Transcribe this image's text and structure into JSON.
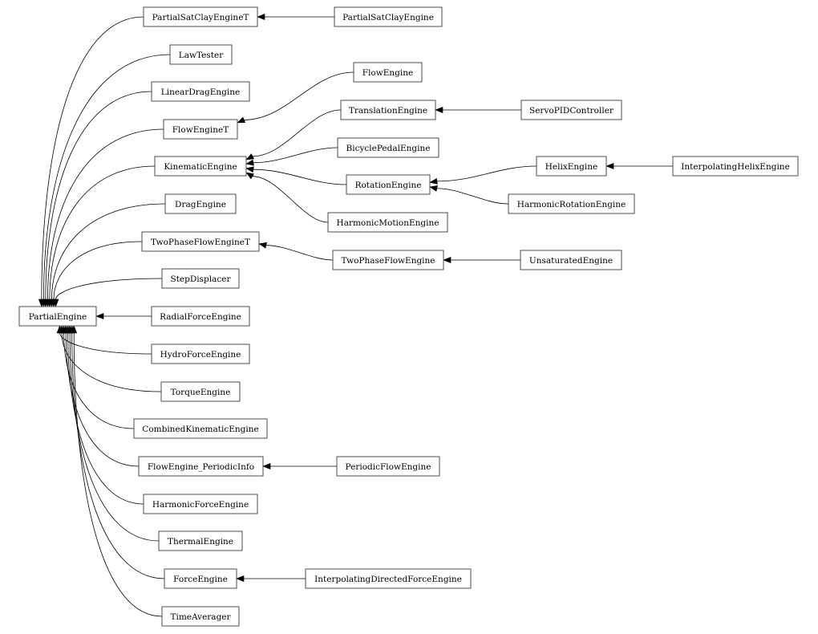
{
  "diagram": {
    "type": "inheritance-graph",
    "nodes": [
      {
        "id": "PartialEngine",
        "label": "PartialEngine"
      },
      {
        "id": "PartialSatClayEngineT",
        "label": "PartialSatClayEngineT"
      },
      {
        "id": "LawTester",
        "label": "LawTester"
      },
      {
        "id": "LinearDragEngine",
        "label": "LinearDragEngine"
      },
      {
        "id": "FlowEngineT",
        "label": "FlowEngineT"
      },
      {
        "id": "KinematicEngine",
        "label": "KinematicEngine"
      },
      {
        "id": "DragEngine",
        "label": "DragEngine"
      },
      {
        "id": "TwoPhaseFlowEngineT",
        "label": "TwoPhaseFlowEngineT"
      },
      {
        "id": "StepDisplacer",
        "label": "StepDisplacer"
      },
      {
        "id": "RadialForceEngine",
        "label": "RadialForceEngine"
      },
      {
        "id": "HydroForceEngine",
        "label": "HydroForceEngine"
      },
      {
        "id": "TorqueEngine",
        "label": "TorqueEngine"
      },
      {
        "id": "CombinedKinematicEngine",
        "label": "CombinedKinematicEngine"
      },
      {
        "id": "FlowEngine_PeriodicInfo",
        "label": "FlowEngine_PeriodicInfo"
      },
      {
        "id": "HarmonicForceEngine",
        "label": "HarmonicForceEngine"
      },
      {
        "id": "ThermalEngine",
        "label": "ThermalEngine"
      },
      {
        "id": "ForceEngine",
        "label": "ForceEngine"
      },
      {
        "id": "TimeAverager",
        "label": "TimeAverager"
      },
      {
        "id": "PartialSatClayEngine",
        "label": "PartialSatClayEngine"
      },
      {
        "id": "FlowEngine",
        "label": "FlowEngine"
      },
      {
        "id": "TranslationEngine",
        "label": "TranslationEngine"
      },
      {
        "id": "BicyclePedalEngine",
        "label": "BicyclePedalEngine"
      },
      {
        "id": "RotationEngine",
        "label": "RotationEngine"
      },
      {
        "id": "HarmonicMotionEngine",
        "label": "HarmonicMotionEngine"
      },
      {
        "id": "TwoPhaseFlowEngine",
        "label": "TwoPhaseFlowEngine"
      },
      {
        "id": "PeriodicFlowEngine",
        "label": "PeriodicFlowEngine"
      },
      {
        "id": "InterpolatingDirectedForceEngine",
        "label": "InterpolatingDirectedForceEngine"
      },
      {
        "id": "ServoPIDController",
        "label": "ServoPIDController"
      },
      {
        "id": "HelixEngine",
        "label": "HelixEngine"
      },
      {
        "id": "HarmonicRotationEngine",
        "label": "HarmonicRotationEngine"
      },
      {
        "id": "UnsaturatedEngine",
        "label": "UnsaturatedEngine"
      },
      {
        "id": "InterpolatingHelixEngine",
        "label": "InterpolatingHelixEngine"
      }
    ],
    "edges": [
      {
        "from": "PartialSatClayEngineT",
        "to": "PartialEngine"
      },
      {
        "from": "LawTester",
        "to": "PartialEngine"
      },
      {
        "from": "LinearDragEngine",
        "to": "PartialEngine"
      },
      {
        "from": "FlowEngineT",
        "to": "PartialEngine"
      },
      {
        "from": "KinematicEngine",
        "to": "PartialEngine"
      },
      {
        "from": "DragEngine",
        "to": "PartialEngine"
      },
      {
        "from": "TwoPhaseFlowEngineT",
        "to": "PartialEngine"
      },
      {
        "from": "StepDisplacer",
        "to": "PartialEngine"
      },
      {
        "from": "RadialForceEngine",
        "to": "PartialEngine"
      },
      {
        "from": "HydroForceEngine",
        "to": "PartialEngine"
      },
      {
        "from": "TorqueEngine",
        "to": "PartialEngine"
      },
      {
        "from": "CombinedKinematicEngine",
        "to": "PartialEngine"
      },
      {
        "from": "FlowEngine_PeriodicInfo",
        "to": "PartialEngine"
      },
      {
        "from": "HarmonicForceEngine",
        "to": "PartialEngine"
      },
      {
        "from": "ThermalEngine",
        "to": "PartialEngine"
      },
      {
        "from": "ForceEngine",
        "to": "PartialEngine"
      },
      {
        "from": "TimeAverager",
        "to": "PartialEngine"
      },
      {
        "from": "PartialSatClayEngine",
        "to": "PartialSatClayEngineT"
      },
      {
        "from": "FlowEngine",
        "to": "FlowEngineT"
      },
      {
        "from": "TranslationEngine",
        "to": "KinematicEngine"
      },
      {
        "from": "BicyclePedalEngine",
        "to": "KinematicEngine"
      },
      {
        "from": "RotationEngine",
        "to": "KinematicEngine"
      },
      {
        "from": "HarmonicMotionEngine",
        "to": "KinematicEngine"
      },
      {
        "from": "TwoPhaseFlowEngine",
        "to": "TwoPhaseFlowEngineT"
      },
      {
        "from": "PeriodicFlowEngine",
        "to": "FlowEngine_PeriodicInfo"
      },
      {
        "from": "InterpolatingDirectedForceEngine",
        "to": "ForceEngine"
      },
      {
        "from": "ServoPIDController",
        "to": "TranslationEngine"
      },
      {
        "from": "HelixEngine",
        "to": "RotationEngine"
      },
      {
        "from": "HarmonicRotationEngine",
        "to": "RotationEngine"
      },
      {
        "from": "UnsaturatedEngine",
        "to": "TwoPhaseFlowEngine"
      },
      {
        "from": "InterpolatingHelixEngine",
        "to": "HelixEngine"
      }
    ]
  }
}
